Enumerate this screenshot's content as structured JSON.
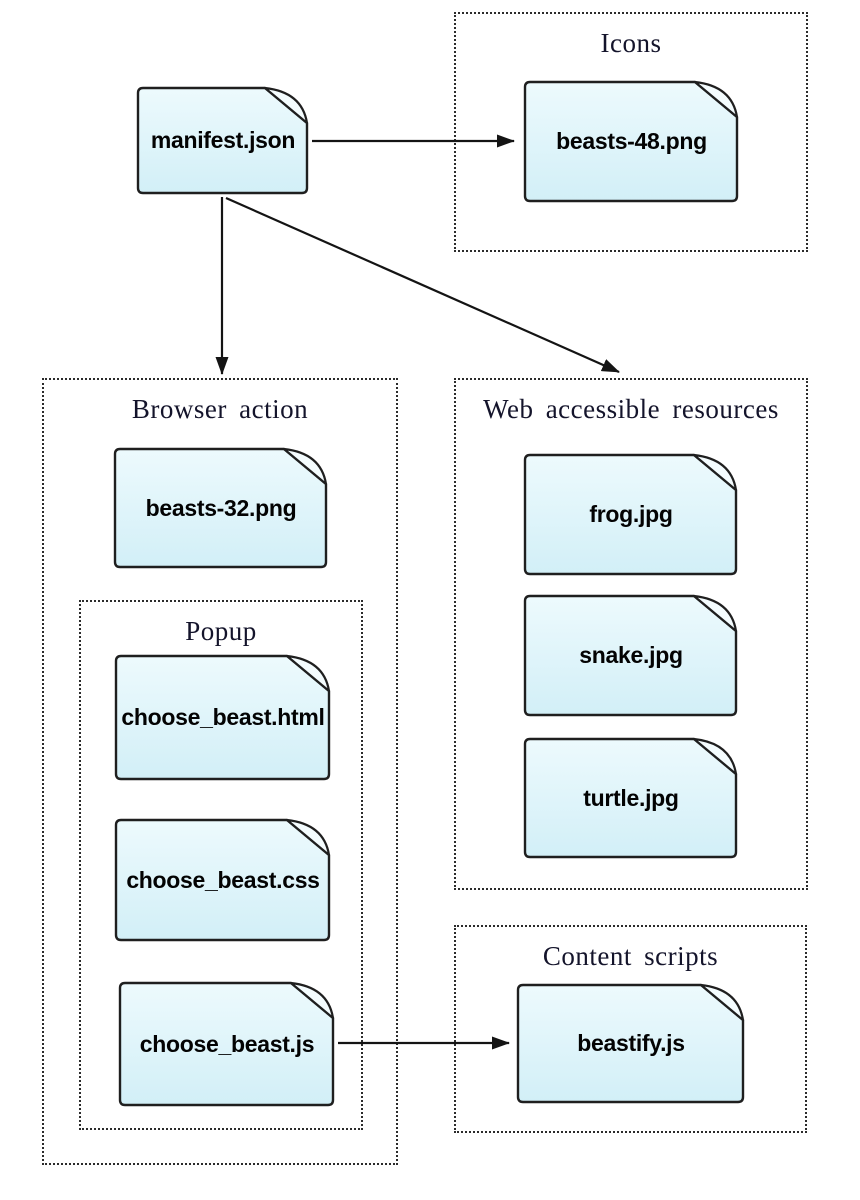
{
  "diagram": {
    "root_file": "manifest.json",
    "boxes": {
      "icons": {
        "title": "Icons"
      },
      "browser_action": {
        "title": "Browser action"
      },
      "popup": {
        "title": "Popup"
      },
      "web_accessible": {
        "title": "Web accessible resources"
      },
      "content_scripts": {
        "title": "Content scripts"
      }
    },
    "files": {
      "manifest": "manifest.json",
      "beasts48": "beasts-48.png",
      "beasts32": "beasts-32.png",
      "choose_html": "choose_beast.html",
      "choose_css": "choose_beast.css",
      "choose_js": "choose_beast.js",
      "frog": "frog.jpg",
      "snake": "snake.jpg",
      "turtle": "turtle.jpg",
      "beastify": "beastify.js"
    },
    "arrows": [
      {
        "from": "manifest.json",
        "to": "beasts-48.png"
      },
      {
        "from": "manifest.json",
        "to": "Browser action"
      },
      {
        "from": "manifest.json",
        "to": "Web accessible resources"
      },
      {
        "from": "choose_beast.js",
        "to": "beastify.js"
      }
    ],
    "colors": {
      "background": "#ffffff",
      "node_fill_top": "#edfafd",
      "node_fill_bottom": "#d2eff7",
      "fold_fill": "#f4fcfe",
      "node_border": "#1f1f1f",
      "box_border": "#2b2b2b",
      "title_color": "#14142b",
      "label_color": "#030303",
      "arrow_color": "#141414"
    }
  }
}
